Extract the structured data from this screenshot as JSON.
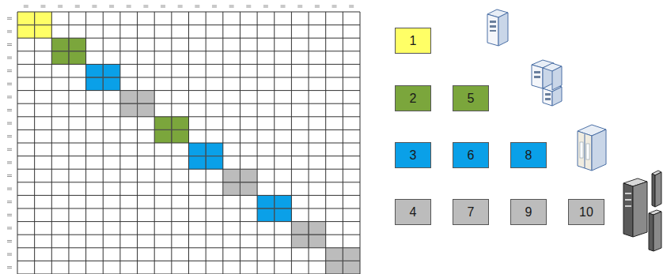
{
  "diagram": {
    "nodes": [
      {
        "text": [
          "1"
        ]
      },
      {
        "text": [
          "2"
        ]
      },
      {
        "text": [
          "5"
        ]
      },
      {
        "text": [
          "3"
        ]
      },
      {
        "text": [
          "6"
        ]
      },
      {
        "text": [
          "8"
        ]
      },
      {
        "text": [
          "4"
        ]
      },
      {
        "text": [
          "7"
        ]
      },
      {
        "text": [
          "9"
        ]
      },
      {
        "text": [
          "10"
        ]
      }
    ]
  }
}
